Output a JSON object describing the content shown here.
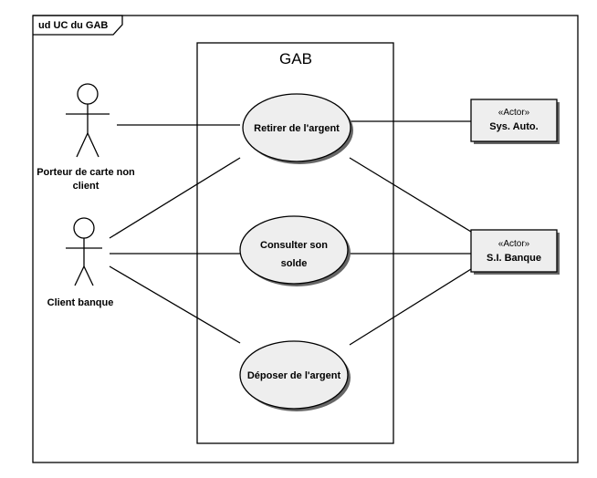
{
  "frame": {
    "title": "ud UC du GAB"
  },
  "system": {
    "title": "GAB"
  },
  "actors": [
    {
      "id": "porteur",
      "label_line1": "Porteur de carte non",
      "label_line2": "client"
    },
    {
      "id": "client",
      "label_line1": "Client banque"
    }
  ],
  "use_cases": [
    {
      "id": "retirer",
      "line1": "Retirer de l'argent"
    },
    {
      "id": "consulter",
      "line1": "Consulter son",
      "line2": "solde"
    },
    {
      "id": "deposer",
      "line1": "Déposer de l'argent"
    }
  ],
  "external_actors": [
    {
      "id": "sysauto",
      "stereotype": "«Actor»",
      "name": "Sys. Auto."
    },
    {
      "id": "sibanque",
      "stereotype": "«Actor»",
      "name": "S.I. Banque"
    }
  ],
  "associations": [
    [
      "porteur",
      "retirer"
    ],
    [
      "client",
      "retirer"
    ],
    [
      "client",
      "consulter"
    ],
    [
      "client",
      "deposer"
    ],
    [
      "retirer",
      "sysauto"
    ],
    [
      "retirer",
      "sibanque"
    ],
    [
      "consulter",
      "sibanque"
    ],
    [
      "deposer",
      "sibanque"
    ]
  ],
  "colors": {
    "fill": "#eeeeee",
    "stroke": "#000000",
    "shadow": "#666666"
  }
}
